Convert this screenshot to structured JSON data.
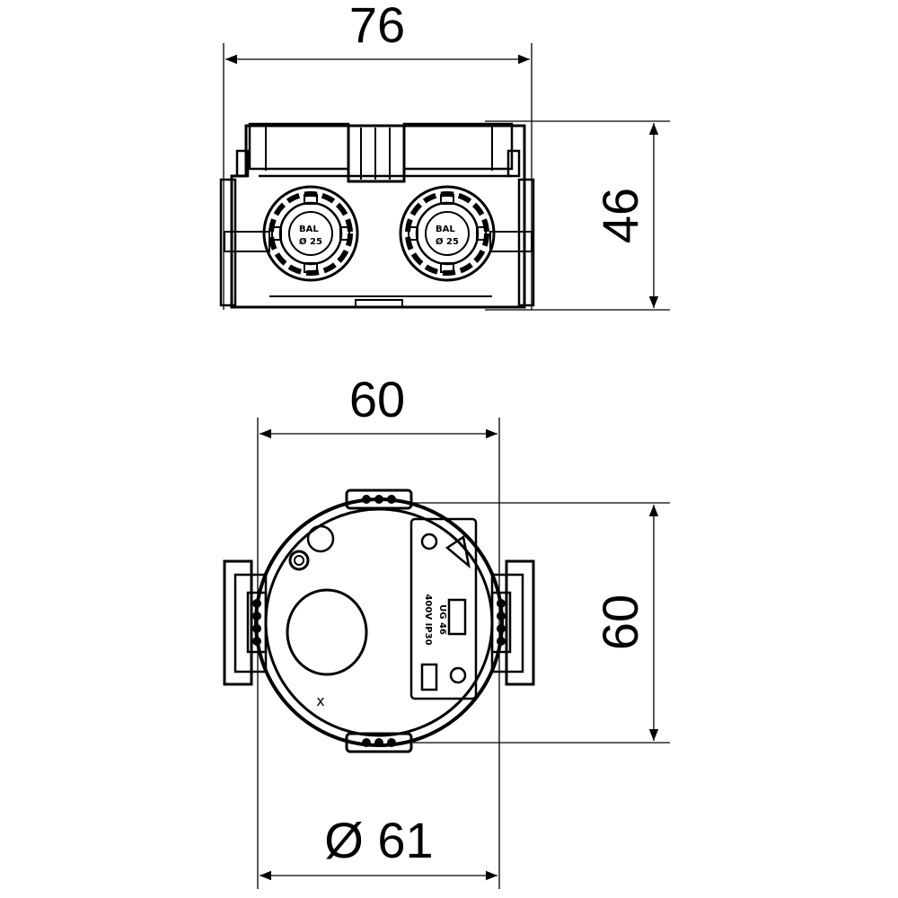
{
  "dimensions": {
    "top_width": "76",
    "top_height": "46",
    "plan_width": "60",
    "plan_height": "60",
    "plan_diameter": "Ø 61"
  },
  "markings": {
    "side_port_left_1": "BAL",
    "side_port_left_2": "Ø 25",
    "side_port_right_1": "BAL",
    "side_port_right_2": "Ø 25",
    "plan_model": "UG 46",
    "plan_rating": "400V  IP30",
    "plan_center_mark": "x"
  }
}
